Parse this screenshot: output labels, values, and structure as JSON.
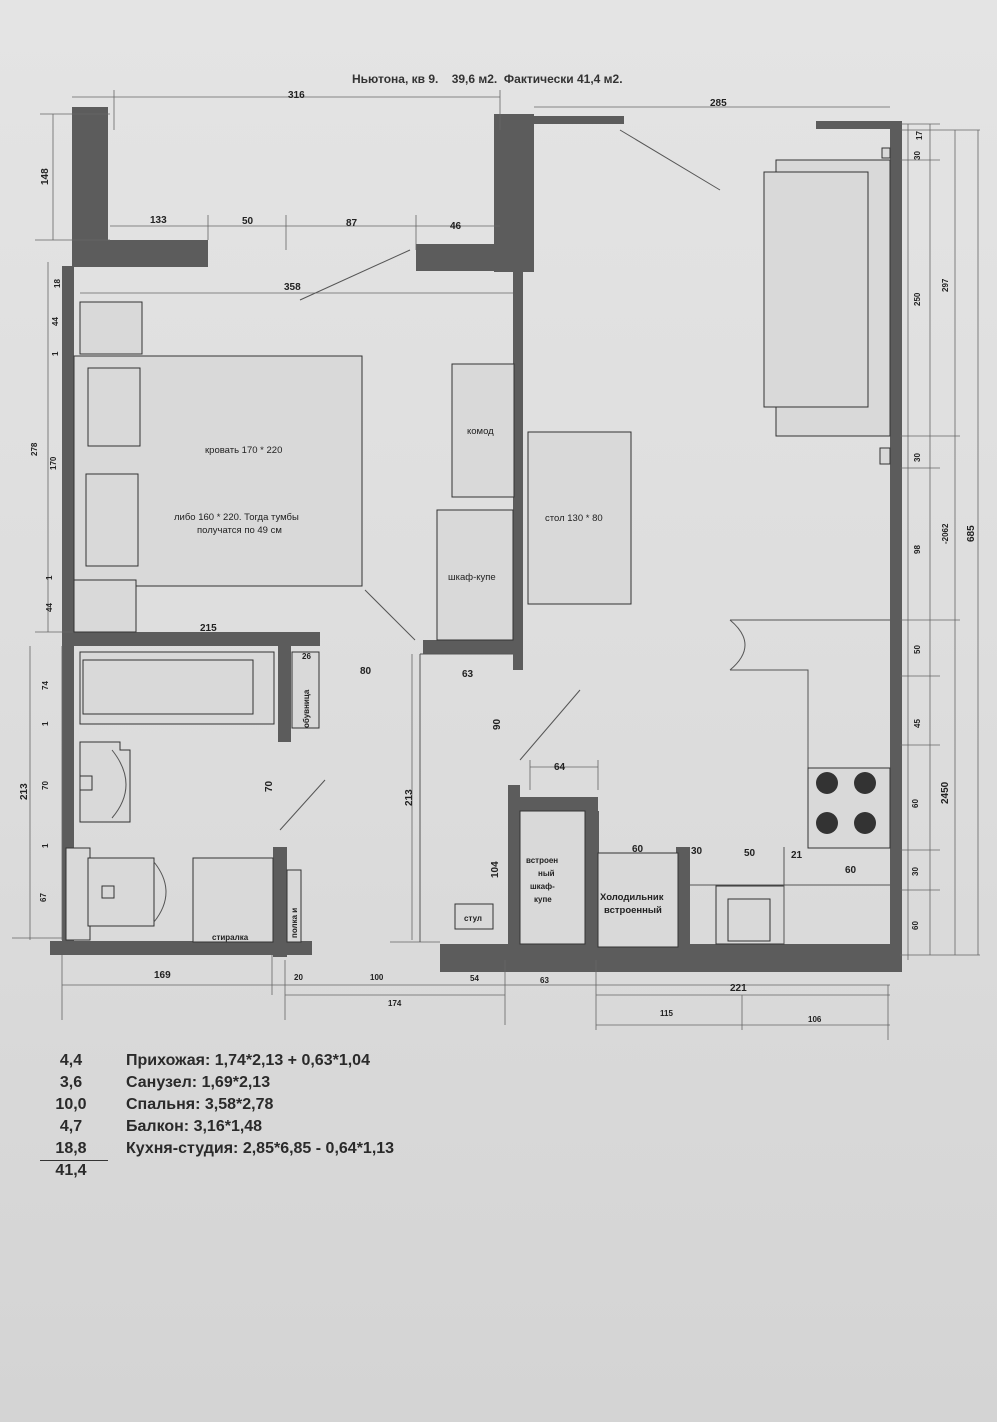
{
  "title": "Ньютона, кв 9.    39,6 м2.  Фактически 41,4 м2.",
  "dimensions": {
    "top_316": "316",
    "top_285": "285",
    "left_148": "148",
    "bal_133": "133",
    "bal_50": "50",
    "bal_87": "87",
    "bal_46": "46",
    "d358": "358",
    "d215": "215",
    "d80": "80",
    "d63": "63",
    "d90": "90",
    "d64": "64",
    "d104": "104",
    "d70_in": "70",
    "d213_in": "213",
    "d26": "26",
    "d60a": "60",
    "d30a": "30",
    "d50a": "50",
    "d21": "21",
    "d60b": "60",
    "l278": "278",
    "l18": "18",
    "l44a": "44",
    "l1a": "1",
    "l170": "170",
    "l1b": "1",
    "l44b": "44",
    "l213": "213",
    "l74": "74",
    "l1c": "1",
    "l70": "70",
    "l1d": "1",
    "l67": "67",
    "b169": "169",
    "b20": "20",
    "b100": "100",
    "b54": "54",
    "b63": "63",
    "b174": "174",
    "b221": "221",
    "b115": "115",
    "b106": "106",
    "r17": "17",
    "r30a": "30",
    "r250": "250",
    "r297": "297",
    "r30b": "30",
    "r98": "98",
    "r2062": "-2062",
    "r685": "685",
    "r50": "50",
    "r45": "45",
    "r60a": "60",
    "r2450": "2450",
    "r30c": "30",
    "r60b": "60"
  },
  "labels": {
    "bed": "кровать 170 * 220",
    "bed_alt_1": "либо 160 * 220. Тогда тумбы",
    "bed_alt_2": "получатся по 49 см",
    "dresser": "комод",
    "wardrobe": "шкаф-купе",
    "table": "стол 130 * 80",
    "shoe_rack": "обувница",
    "washer": "стиралка",
    "shelf": "полка и",
    "chair": "стул",
    "builtin_1": "встроен",
    "builtin_2": "ный",
    "builtin_3": "шкаф-",
    "builtin_4": "купе",
    "fridge_1": "Холодильник",
    "fridge_2": "встроенный"
  },
  "summary": [
    {
      "value": "4,4",
      "text": "Прихожая: 1,74*2,13 + 0,63*1,04"
    },
    {
      "value": "3,6",
      "text": "Санузел: 1,69*2,13"
    },
    {
      "value": "10,0",
      "text": "Спальня: 3,58*2,78"
    },
    {
      "value": "4,7",
      "text": "Балкон: 3,16*1,48"
    },
    {
      "value": "18,8",
      "text": "Кухня-студия: 2,85*6,85 - 0,64*1,13"
    }
  ],
  "summary_total": "41,4"
}
